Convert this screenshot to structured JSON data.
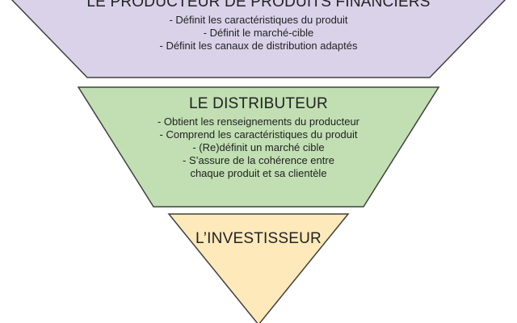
{
  "tiers": {
    "producer": {
      "title": "LE PRODUCTEUR DE PRODUITS FINANCIERS",
      "lines": [
        "- Définit les caractéristiques du produit",
        "- Définit le marché-cible",
        "- Définit les canaux de distribution adaptés"
      ],
      "fill": "#d9d2e9"
    },
    "distributor": {
      "title": "LE DISTRIBUTEUR",
      "lines": [
        "- Obtient les renseignements du producteur",
        "-  Comprend les caractéristiques du produit",
        "- (Re)définit un marché cible",
        "- S’assure de la cohérence entre",
        "chaque produit et sa clientèle"
      ],
      "fill": "#c1dfb3"
    },
    "investor": {
      "title": "L’INVESTISSEUR",
      "lines": [],
      "fill": "#fde9b9"
    }
  },
  "colors": {
    "outline": "#404040"
  }
}
